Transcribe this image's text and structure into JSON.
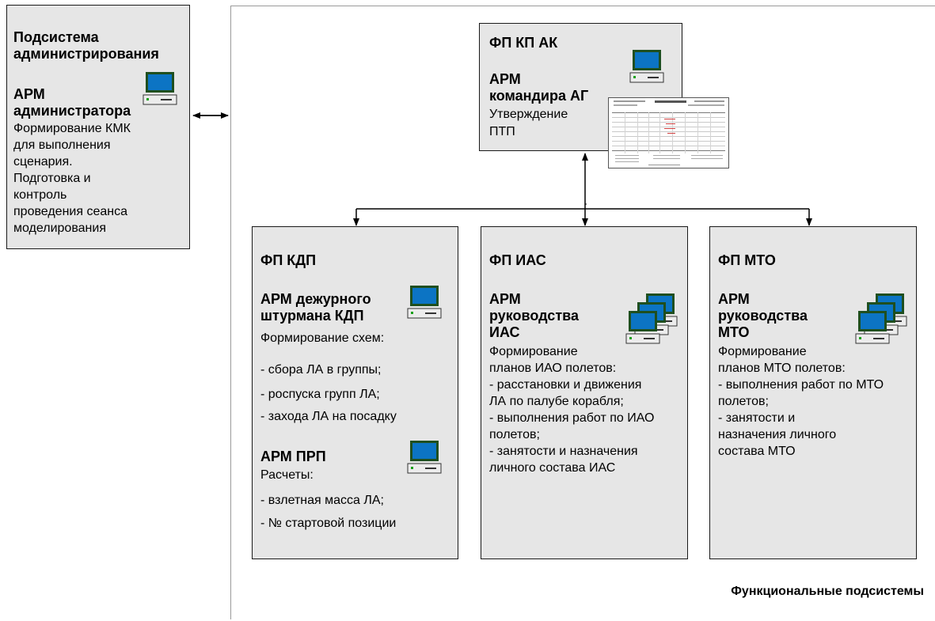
{
  "admin": {
    "title": "Подсистема администрирования",
    "arm_title": "АРМ администратора",
    "description": [
      "Формирование КМК",
      "для выполнения",
      "сценария.",
      "Подготовка и",
      "контроль",
      "проведения сеанса",
      "моделирования"
    ]
  },
  "fp_kp": {
    "title": "ФП КП АК",
    "arm_title": "АРМ командира АГ",
    "description": [
      "Утверждение",
      "ПТП"
    ]
  },
  "fp_kdp": {
    "title": "ФП КДП",
    "arm1_title": "АРМ дежурного штурмана КДП",
    "arm1_intro": "Формирование схем:",
    "arm1_items": [
      "- сбора ЛА в группы;",
      "- роспуска  групп ЛА;",
      "- захода ЛА на посадку"
    ],
    "arm2_title": "АРМ ПРП",
    "arm2_intro": "Расчеты:",
    "arm2_items": [
      "- взлетная масса ЛА;",
      "- № стартовой позиции"
    ]
  },
  "fp_ias": {
    "title": "ФП ИАС",
    "arm_title": "АРМ руководства ИАС",
    "description": [
      "Формирование",
      "планов ИАО полетов:",
      "- расстановки и движения",
      "ЛА по палубе корабля;",
      "- выполнения работ по ИАО",
      "полетов;",
      "- занятости и назначения",
      "личного состава ИАС"
    ]
  },
  "fp_mto": {
    "title": "ФП МТО",
    "arm_title": "АРМ руководства МТО",
    "description": [
      "Формирование",
      "планов МТО полетов:",
      "- выполнения работ по МТО",
      "полетов;",
      "- занятости и",
      "назначения  личного",
      "состава МТО"
    ]
  },
  "footer": "Функциональные подсистемы",
  "icons": [
    "computer-icon",
    "computer-stack-icon",
    "document-icon"
  ],
  "colors": {
    "box_fill": "#e6e6e6",
    "border": "#1a1a1a",
    "monitor_frame": "#1f4f1f",
    "monitor_screen": "#0c74c4",
    "arrow": "#000000"
  }
}
